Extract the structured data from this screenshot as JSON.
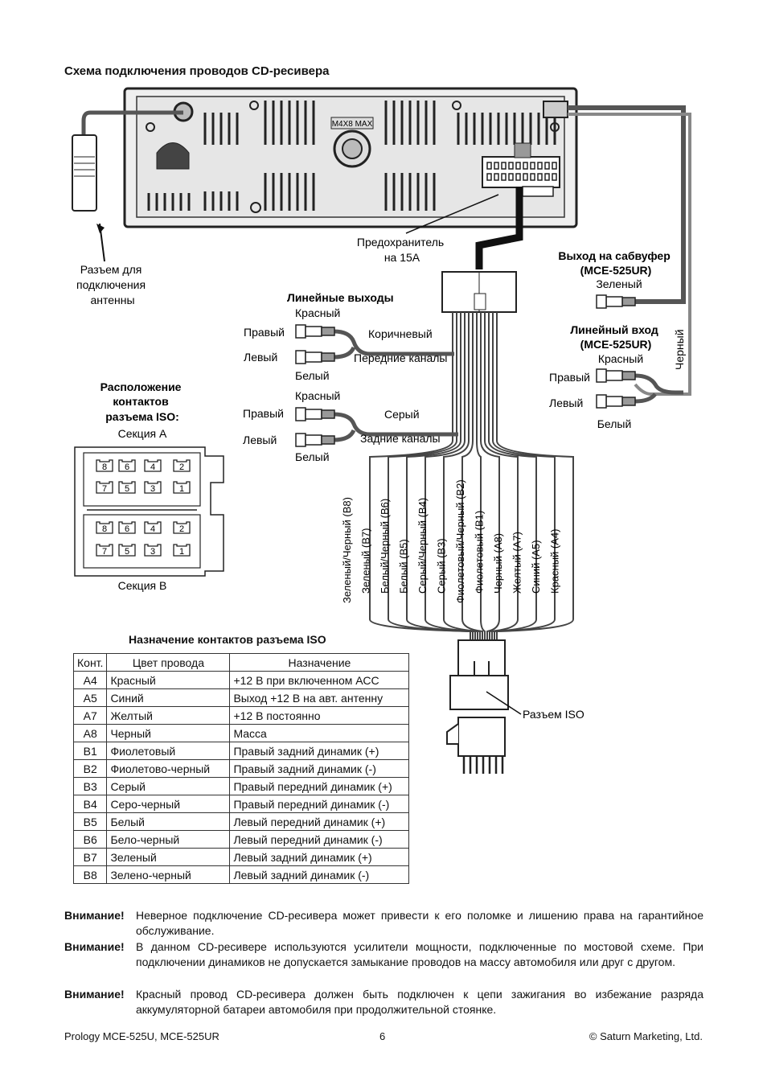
{
  "page_title": "Схема подключения проводов CD-ресивера",
  "diagram": {
    "label_m4x8": "M4X8 MAX",
    "antenna_label": [
      "Разъем для",
      "подключения",
      "антенны"
    ],
    "fuse_label": [
      "Предохранитель",
      "на 15А"
    ],
    "line_out_title": "Линейные выходы",
    "front": {
      "top_color": "Красный",
      "right": "Правый",
      "left": "Левый",
      "bottom_color": "Белый",
      "wire": "Коричневый",
      "channels": "Передние каналы"
    },
    "rear": {
      "top_color": "Красный",
      "right": "Правый",
      "left": "Левый",
      "bottom_color": "Белый",
      "wire": "Серый",
      "channels": "Задние каналы"
    },
    "sub_title": [
      "Выход на сабвуфер",
      "(MCE-525UR)"
    ],
    "sub_color": "Зеленый",
    "line_in_title": [
      "Линейный вход",
      "(MCE-525UR)"
    ],
    "line_in": {
      "top_color": "Красный",
      "right": "Правый",
      "left": "Левый",
      "bottom_color": "Белый"
    },
    "black_wire": "Черный",
    "iso_layout_title": [
      "Расположение",
      "контактов",
      "разъема ISO:"
    ],
    "section_a": "Секция А",
    "section_b": "Секция В",
    "pins_top": [
      "8",
      "6",
      "4",
      "2"
    ],
    "pins_bottom": [
      "7",
      "5",
      "3",
      "1"
    ],
    "wires": [
      "Зеленый/Черный (В8)",
      "Зеленый (В7)",
      "Белый/Черный (В6)",
      "Белый (В5)",
      "Серый/Черный (В4)",
      "Серый (В3)",
      "Фиолетовый/Черный (В2)",
      "Фиолетовый (В1)",
      "Черный (А8)",
      "Желтый (А7)",
      "Синий (А5)",
      "Красный (А4)"
    ],
    "iso_connector": "Разъем ISO"
  },
  "table": {
    "title": "Назначение контактов разъема ISO",
    "headers": [
      "Конт.",
      "Цвет провода",
      "Назначение"
    ],
    "rows": [
      [
        "А4",
        "Красный",
        "+12 В при включенном АСС"
      ],
      [
        "А5",
        "Синий",
        "Выход +12 В на авт. антенну"
      ],
      [
        "А7",
        "Желтый",
        "+12 В постоянно"
      ],
      [
        "А8",
        "Черный",
        "Масса"
      ],
      [
        "В1",
        "Фиолетовый",
        "Правый задний динамик (+)"
      ],
      [
        "В2",
        "Фиолетово-черный",
        "Правый задний динамик (-)"
      ],
      [
        "В3",
        "Серый",
        "Правый передний динамик (+)"
      ],
      [
        "В4",
        "Серо-черный",
        "Правый передний динамик (-)"
      ],
      [
        "В5",
        "Белый",
        "Левый передний динамик (+)"
      ],
      [
        "В6",
        "Бело-черный",
        "Левый передний динамик (-)"
      ],
      [
        "В7",
        "Зеленый",
        "Левый задний динамик (+)"
      ],
      [
        "В8",
        "Зелено-черный",
        "Левый задний динамик (-)"
      ]
    ]
  },
  "warnings": [
    {
      "label": "Внимание!",
      "text": "Неверное подключение CD-ресивера может привести к его поломке и лишению права на гарантийное обслуживание."
    },
    {
      "label": "Внимание!",
      "text": "В данном CD-ресивере используются усилители мощности, подключенные по мостовой схеме. При подключении динамиков не допускается замыкание проводов на массу автомобиля или друг с другом."
    },
    {
      "label": "Внимание!",
      "text": "Красный провод CD-ресивера должен быть подключен к цепи зажигания во избежание разряда аккумуляторной батареи автомобиля при продолжительной стоянке."
    }
  ],
  "footer": {
    "left": "Prology MCE-525U, MCE-525UR",
    "center": "6",
    "right": "© Saturn Marketing, Ltd."
  }
}
